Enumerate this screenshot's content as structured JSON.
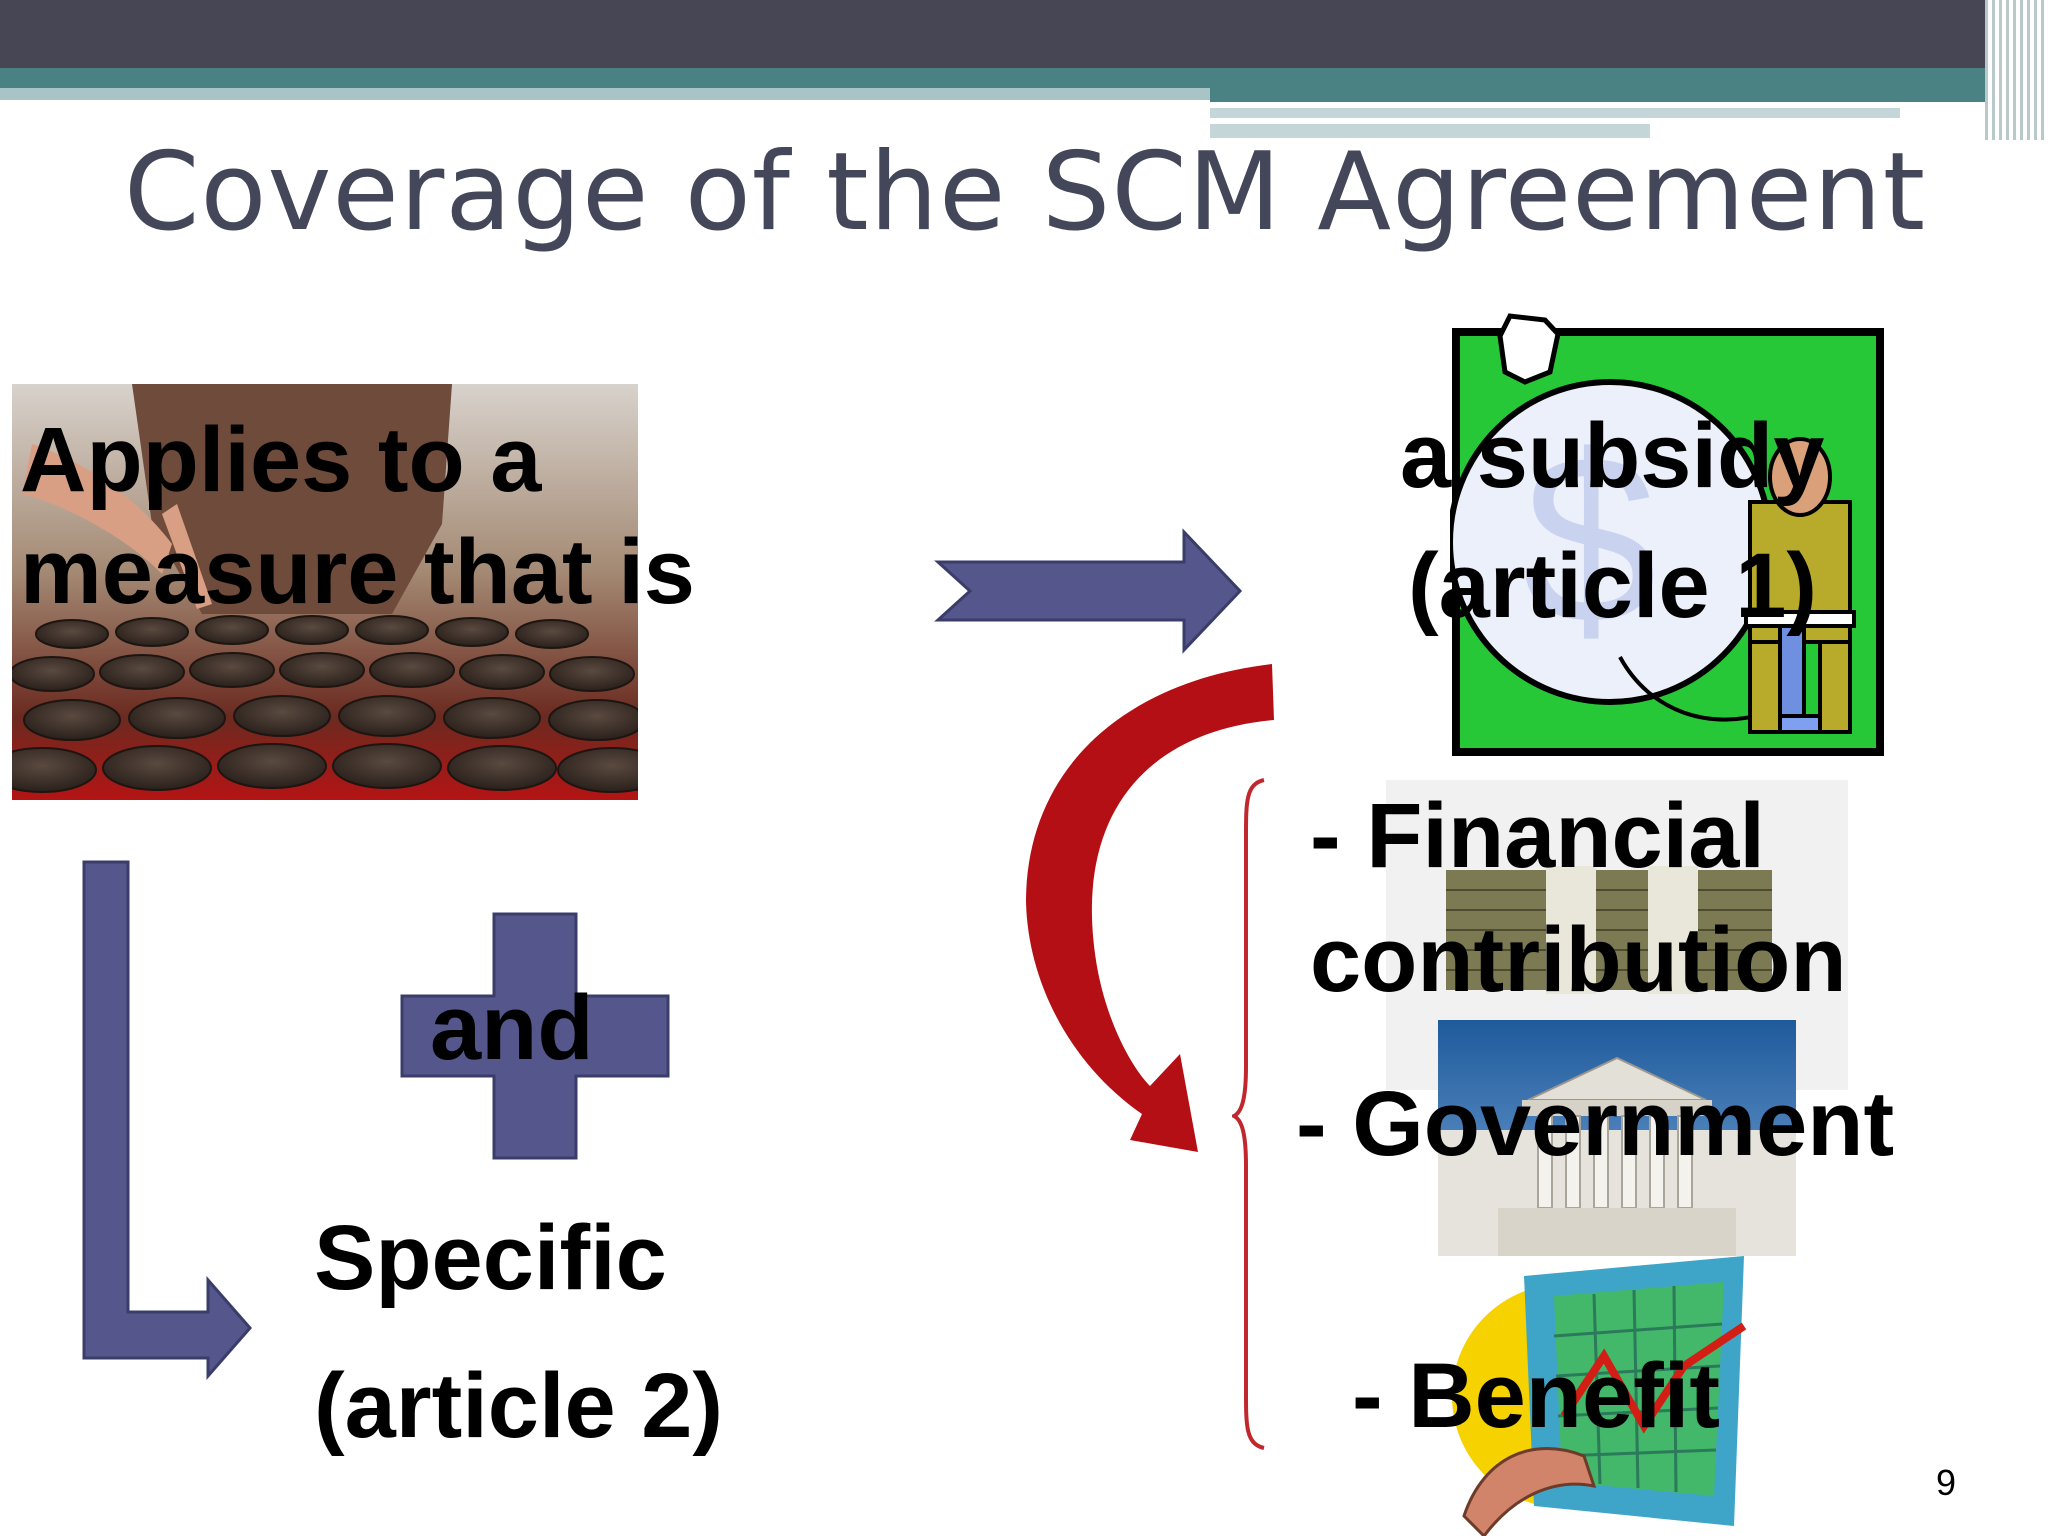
{
  "slide": {
    "title": "Coverage of the SCM Agreement",
    "page_number": "9"
  },
  "left": {
    "measure_line1": "Applies to a",
    "measure_line2": "measure that is",
    "and_label": "and",
    "specific_line1": "Specific",
    "specific_line2": "(article 2)"
  },
  "right": {
    "subsidy_line1": "a subsidy",
    "subsidy_line2": "(article 1)",
    "subsidy_icon_glyph": "$",
    "element1_line1": "- Financial",
    "element1_line2": "contribution",
    "element2": "- Government",
    "element3": "- Benefit"
  },
  "colors": {
    "header_dark": "#464655",
    "header_teal": "#4a8284",
    "header_light": "#a9c4c6",
    "arrow_purple": "#55578c",
    "curved_arrow_red": "#b30f14",
    "brace_red": "#c0282d",
    "subsidy_green": "#27c837",
    "title_gray": "#44475a"
  }
}
